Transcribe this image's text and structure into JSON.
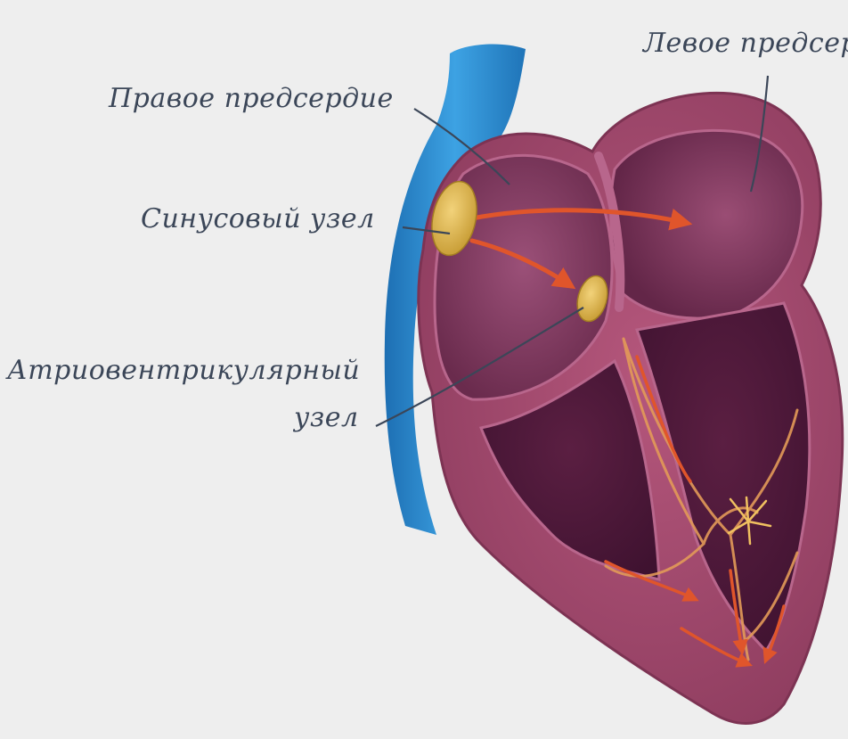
{
  "labels": {
    "left_atrium": "Левое предсер",
    "right_atrium": "Правое предсердие",
    "sinus_node": "Синусовый узел",
    "av_node_line1": "Атриовентрикулярный",
    "av_node_line2": "узел"
  },
  "colors": {
    "background": "#eeeeee",
    "vein": "#2f8fd2",
    "heart_wall": "#9c4668",
    "chamber": "#6b2a4e",
    "node": "#d8b44a",
    "impulse": "#e0552b",
    "label_text": "#3b4658"
  }
}
